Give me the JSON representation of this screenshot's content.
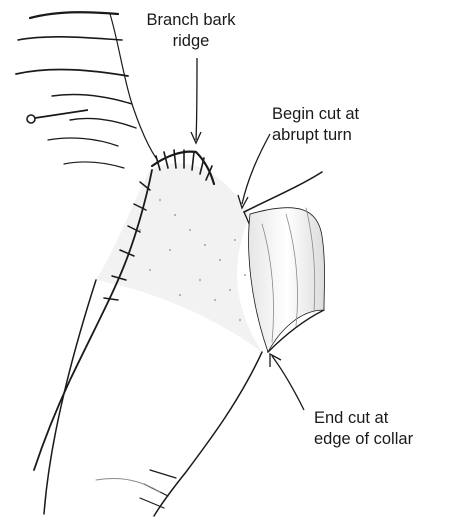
{
  "labels": {
    "branch_bark_ridge": [
      "Branch bark",
      "ridge"
    ],
    "begin_cut": [
      "Begin cut at",
      "abrupt turn"
    ],
    "end_cut": [
      "End cut at",
      "edge of collar"
    ]
  },
  "colors": {
    "ink": "#1a1a1a",
    "background": "#ffffff",
    "stipple": "#8a8a8a"
  }
}
